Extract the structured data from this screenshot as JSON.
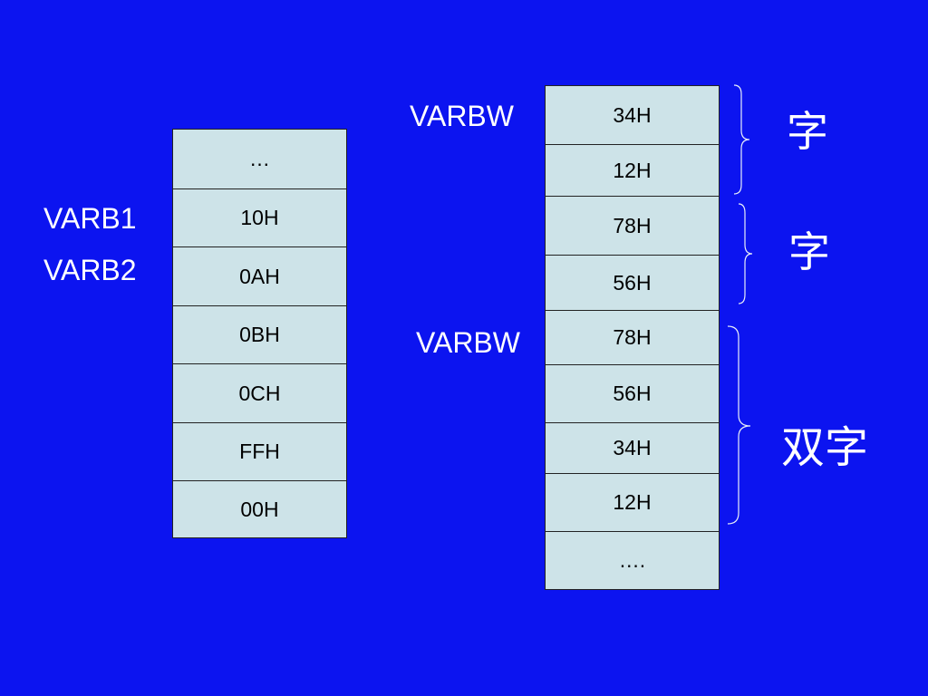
{
  "colors": {
    "background": "#0c14f0",
    "cell_fill": "#cde3e8",
    "cell_border": "#222222",
    "text_light": "#ffffff",
    "brace_stroke": "#e8eef8"
  },
  "left_table": {
    "labels": [
      "VARB1",
      "VARB2"
    ],
    "cells": [
      "…",
      "10H",
      "0AH",
      "0BH",
      "0CH",
      "FFH",
      "00H"
    ]
  },
  "right_table": {
    "labels": [
      "VARBW",
      "VARBW"
    ],
    "cells": [
      "34H",
      "12H",
      "78H",
      "56H",
      "78H",
      "56H",
      "34H",
      "12H",
      "…."
    ]
  },
  "braces": [
    {
      "label": "字"
    },
    {
      "label": "字"
    },
    {
      "label": "双字"
    }
  ]
}
